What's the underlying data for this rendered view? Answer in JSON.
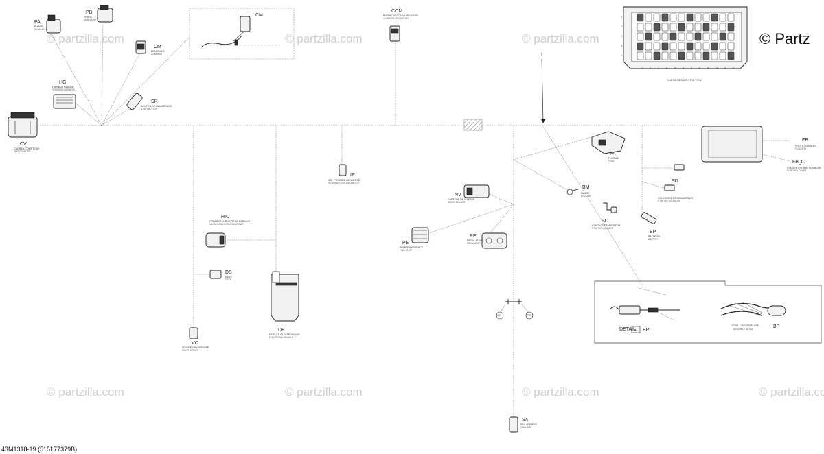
{
  "watermark": "© partzilla.com",
  "copyright": "© Partz",
  "doc_id": "43M1318-19 (515177379B)",
  "callout_number": "1",
  "parts": {
    "PA": {
      "code": "PA",
      "fr": "PHARE",
      "en": "HEADLIGHT"
    },
    "PB": {
      "code": "PB",
      "fr": "PHARE",
      "en": "HEADLIGHT"
    },
    "CM1": {
      "code": "CM",
      "fr": "BOUSSOLE",
      "en": "COMPASS"
    },
    "CM2": {
      "code": "CM"
    },
    "COM": {
      "code": "COM",
      "fr": "BORNE DE COMMUNICATION",
      "en": "COMMUNICATION PORT"
    },
    "HG": {
      "code": "HG",
      "fr": "HARNAIS GUIDON",
      "en": "STEERING HARNESS"
    },
    "SR": {
      "code": "SR",
      "fr": "BOUTON DE DEMARRAGE",
      "en": "START BUTTON"
    },
    "CV": {
      "code": "CV",
      "fr": "CADRAN-COMPTEUR",
      "en": "SPEEDOMETER"
    },
    "IR": {
      "code": "IR",
      "fr": "IND. POSITION RENVERSE",
      "en": "REVERSE POSITION SWITCH"
    },
    "HIC": {
      "code": "HIC",
      "fr": "CONNECTEUR MOTEUR HARNAIS",
      "en": "HARNESS MOTOR CONNECTOR"
    },
    "DS": {
      "code": "DS",
      "fr": "DESS",
      "en": "DESS"
    },
    "DB": {
      "code": "DB",
      "fr": "MODULE ELECTRONIQUE",
      "en": "ELECTRONIC MODULE"
    },
    "VC": {
      "code": "VC",
      "fr": "VISIERE CHAUFFANTE",
      "en": "VISOR OUTLET"
    },
    "NV": {
      "code": "NV",
      "fr": "CAPTEUR DE VITESSE",
      "en": "SPEED SENSOR"
    },
    "PE": {
      "code": "PE",
      "fr": "POMPE A ESSENCE",
      "en": "FUEL PUMP"
    },
    "RE": {
      "code": "RE",
      "fr": "REGULATEUR",
      "en": "REGULATOR"
    },
    "FA": {
      "code": "FA",
      "fr": "FUSIBLE",
      "en": "FUSE"
    },
    "BM": {
      "code": "BM",
      "fr": "MASSE",
      "en": "GROUND"
    },
    "SC": {
      "code": "SC",
      "fr": "CONTACT DEMARREUR",
      "en": "STARTER CONTACT"
    },
    "BP": {
      "code": "BP",
      "fr": "BATTERIE",
      "en": "BATTERY"
    },
    "SD": {
      "code": "SD",
      "fr": "SOLENOIDE DE DEMARREUR",
      "en": "STARTER SOLENOID"
    },
    "FB": {
      "code": "FB",
      "fr": "PORTE FUSIBLES",
      "en": "FUSE BOX"
    },
    "FBC": {
      "code": "FB_C",
      "fr": "COUVERT PORTE FUSIBLES",
      "en": "FUSE BOX COVER"
    },
    "SA": {
      "code": "SA",
      "fr": "FEU ARRIERE",
      "en": "TAIL LAMP"
    },
    "T49": {
      "code": "49S"
    },
    "T77": {
      "code": "77S"
    }
  },
  "fuse_box": {
    "row_letters": [
      "E",
      "D",
      "C",
      "B",
      "A"
    ],
    "col_numbers": [
      "1",
      "2",
      "3",
      "4",
      "5",
      "6",
      "7",
      "8",
      "9",
      "10",
      "11",
      "12"
    ],
    "caption": "VUE DE DESSUS / TOP VIEW"
  },
  "detail": {
    "label_fr": "DETAIL",
    "codes": [
      "SC",
      "BP"
    ],
    "assembly_fr": "DETAIL D'ASSEMBLAGE",
    "assembly_en": "ASSEMBLY DETAIL",
    "assembly_code": "BP"
  }
}
